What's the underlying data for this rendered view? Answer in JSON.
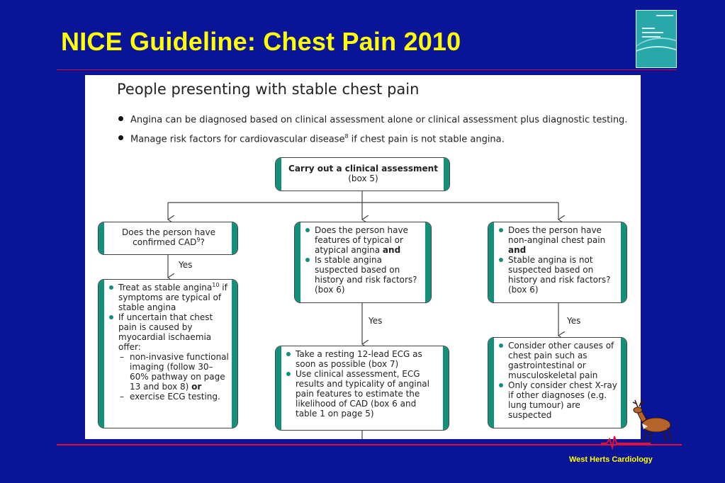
{
  "slide": {
    "title": "NICE Guideline: Chest Pain 2010",
    "footer": "West Herts Cardiology"
  },
  "figure": {
    "heading": "People presenting with stable chest pain",
    "bullets": [
      "Angina can be diagnosed based on clinical assessment alone or clinical assessment plus diagnostic testing.",
      {
        "text": "Manage risk factors for cardiovascular disease",
        "sup": "8",
        "after": " if chest pain is not stable angina."
      }
    ],
    "top_box": {
      "line1": "Carry out a clinical assessment",
      "line2": "(box 5)"
    },
    "left_question": {
      "text": "Does the person have confirmed CAD",
      "sup": "9",
      "after": "?"
    },
    "middle_question": {
      "item1": {
        "text": "Does the person have features of typical or atypical angina",
        "bold": "and"
      },
      "item2": "Is stable angina suspected based on history and risk factors? (box 6)"
    },
    "right_question": {
      "item1": {
        "text": "Does the person have non-anginal chest pain",
        "bold": "and"
      },
      "item2": "Stable angina is not suspected based on history and risk factors? (box 6)"
    },
    "yes_label": "Yes",
    "left_result": {
      "item1": {
        "text": "Treat as stable angina",
        "sup": "10",
        "after": " if symptoms are typical of stable angina"
      },
      "item2": "If uncertain that chest pain is caused by myocardial ischaemia offer:",
      "dash1": {
        "text": "non-invasive functional imaging (follow 30–60% pathway on page 13 and box 8)",
        "bold": "or"
      },
      "dash2": "exercise ECG testing."
    },
    "middle_result": {
      "item1": "Take a resting 12-lead ECG as soon as possible (box 7)",
      "item2": "Use clinical assessment, ECG results and typicality of anginal pain features to estimate the likelihood of CAD (box 6 and table 1 on page 5)"
    },
    "right_result": {
      "item1": "Consider other causes of chest pain such as gastrointestinal or musculoskeletal pain",
      "item2": "Only consider chest X-ray if other diagnoses (e.g. lung tumour) are suspected"
    }
  },
  "colors": {
    "background": "#0a1496",
    "title": "#ffff00",
    "rule": "#e0103a",
    "accent": "#12907a"
  },
  "icons": {
    "thumbnail": "guideline-cover-thumbnail",
    "logo": "deer-logo"
  }
}
